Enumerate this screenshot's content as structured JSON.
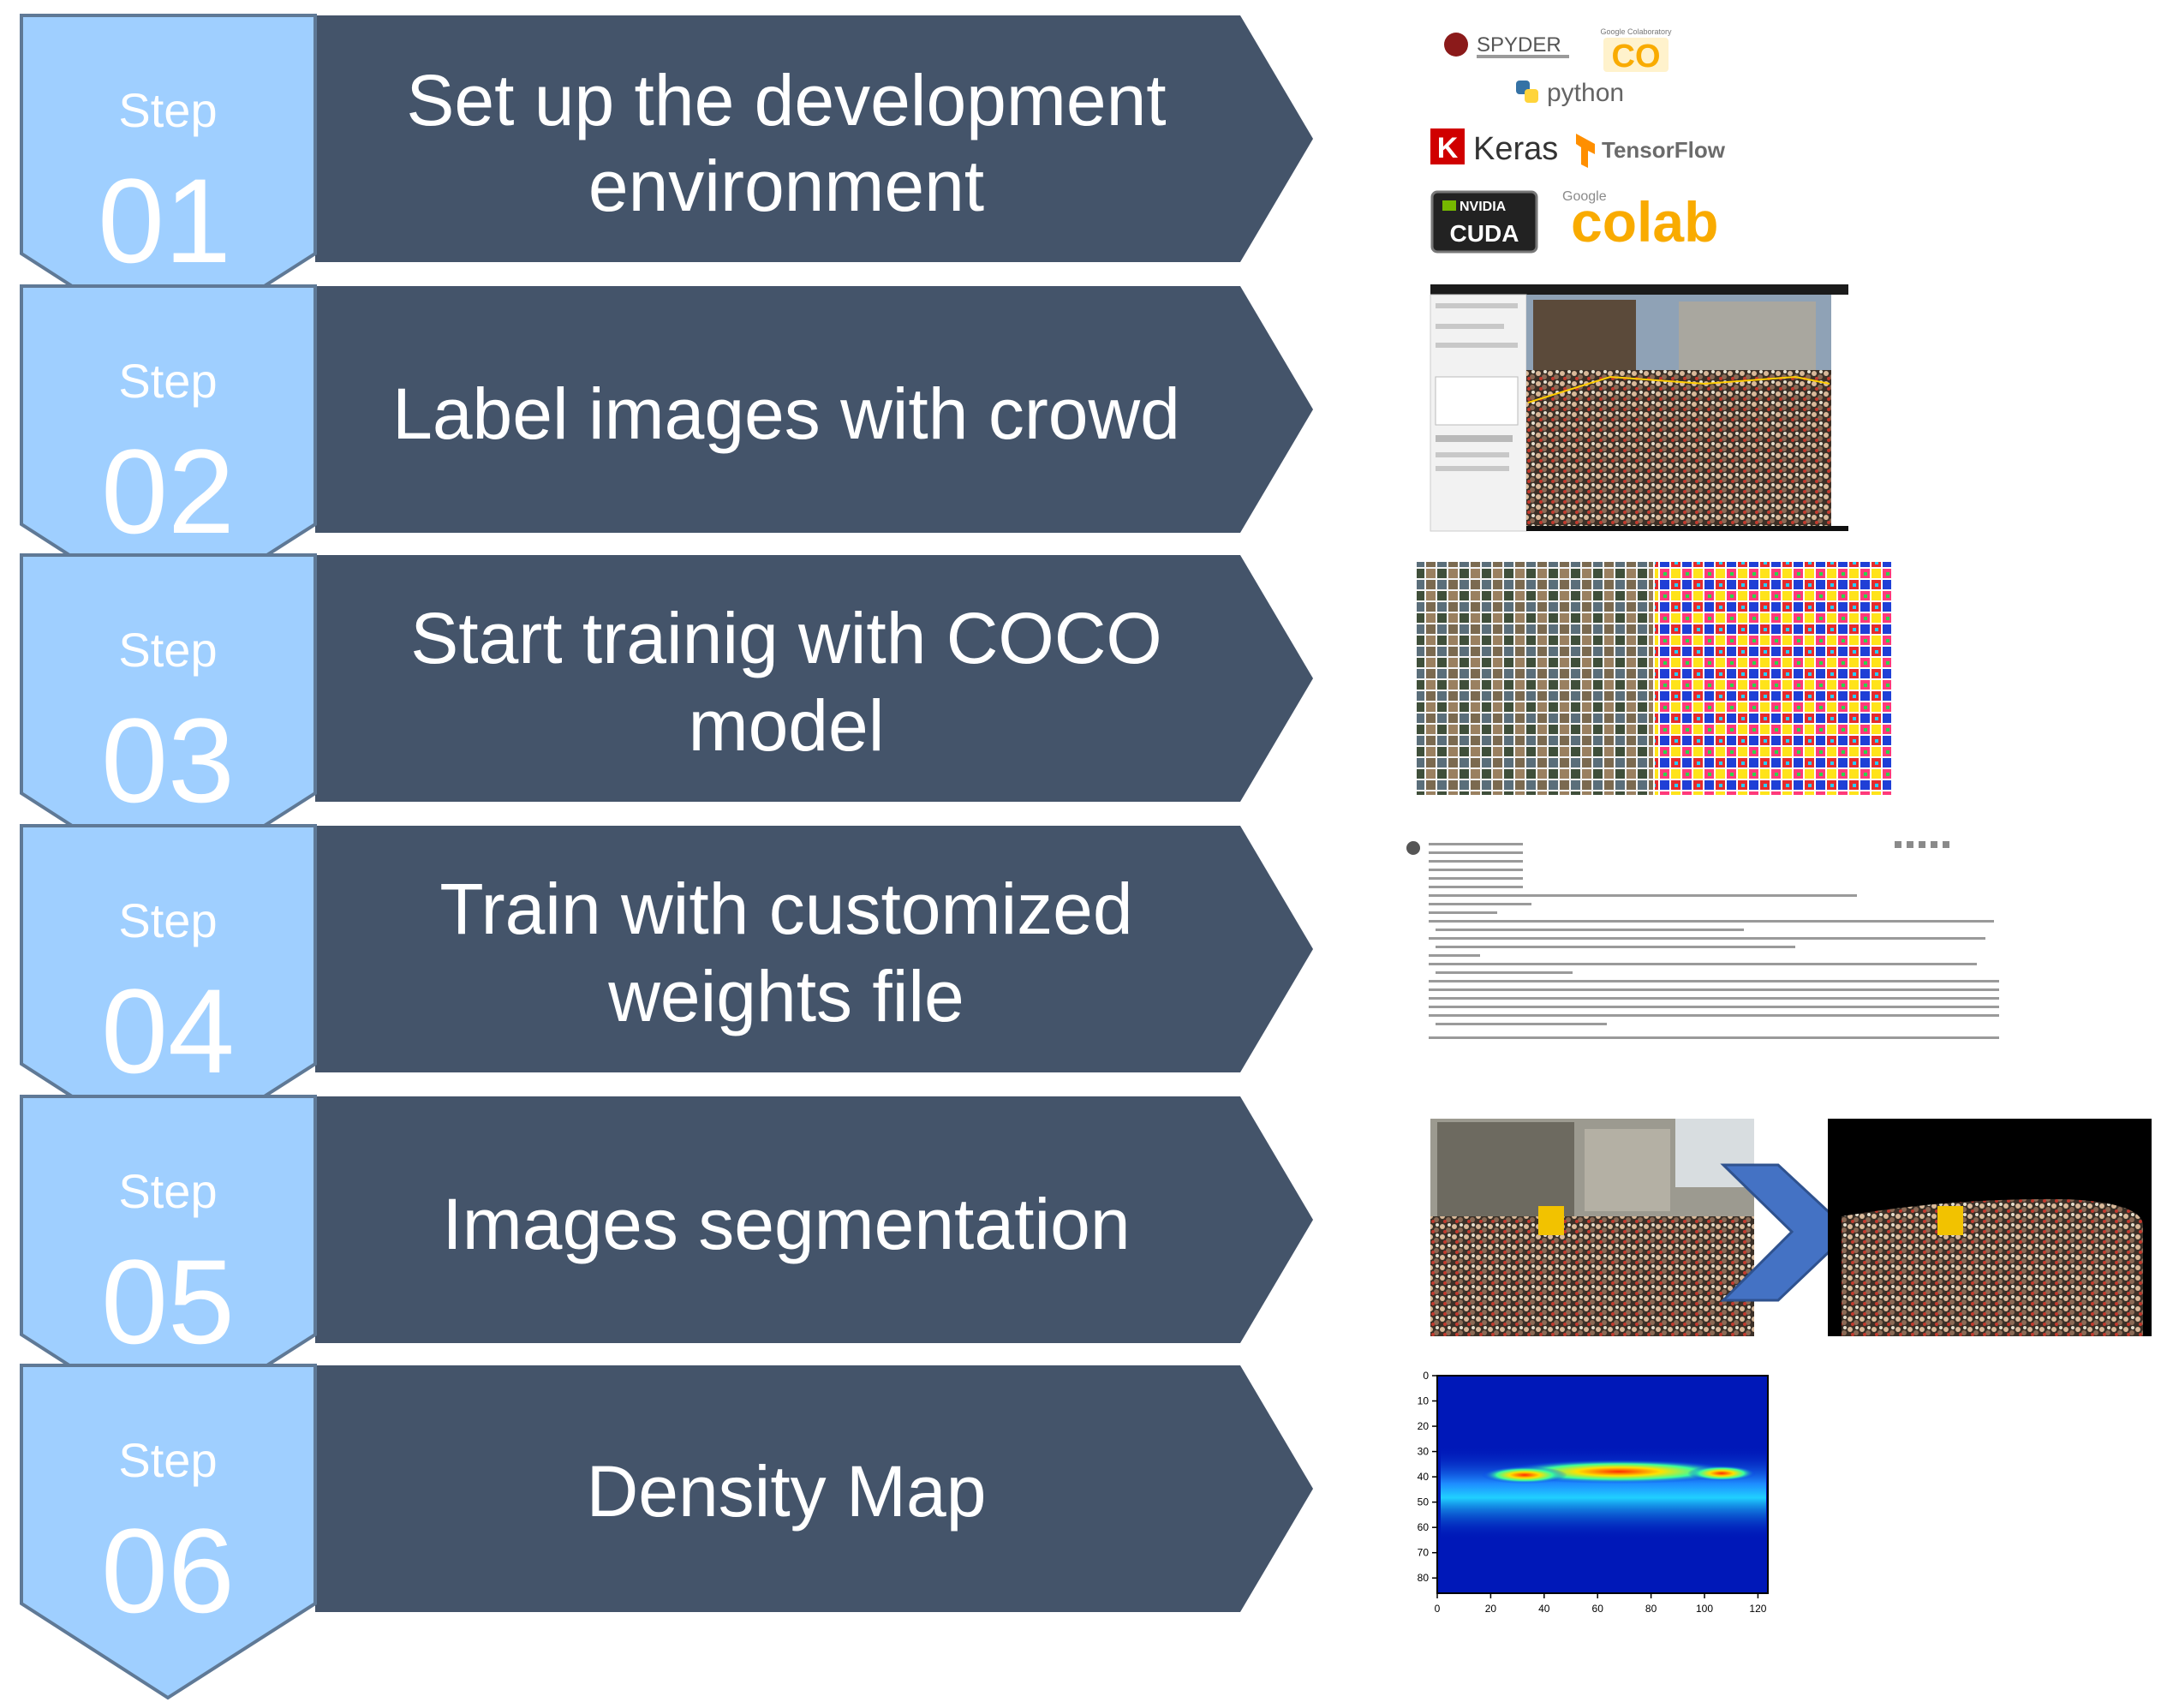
{
  "steps": [
    {
      "word": "Step",
      "number": "01",
      "title_lines": [
        "Set up the development",
        "environment"
      ]
    },
    {
      "word": "Step",
      "number": "02",
      "title_lines": [
        "Label images with crowd"
      ]
    },
    {
      "word": "Step",
      "number": "03",
      "title_lines": [
        "Start trainig with COCO",
        "model"
      ]
    },
    {
      "word": "Step",
      "number": "04",
      "title_lines": [
        "Train with customized",
        "weights file"
      ]
    },
    {
      "word": "Step",
      "number": "05",
      "title_lines": [
        "Images segmentation"
      ]
    },
    {
      "word": "Step",
      "number": "06",
      "title_lines": [
        "Density Map"
      ]
    }
  ],
  "logos": {
    "spyder": "SPYDER",
    "colab_small_caption": "Google Colaboratory",
    "colab_small": "CO",
    "python": "python",
    "keras_mark": "K",
    "keras": "Keras",
    "tensorflow": "TensorFlow",
    "nvidia": "NVIDIA",
    "cuda": "CUDA",
    "google_caption": "Google",
    "colab": "colab"
  },
  "density_map": {
    "x_ticks": [
      "0",
      "20",
      "40",
      "60",
      "80",
      "100",
      "120"
    ],
    "y_ticks": [
      "0",
      "10",
      "20",
      "30",
      "40",
      "50",
      "60",
      "70",
      "80"
    ]
  },
  "colors": {
    "chevron": "#9fcfff",
    "chevron_stroke": "#5f7996",
    "banner": "#44546a",
    "text": "#ffffff",
    "arrow": "#4472c4"
  }
}
